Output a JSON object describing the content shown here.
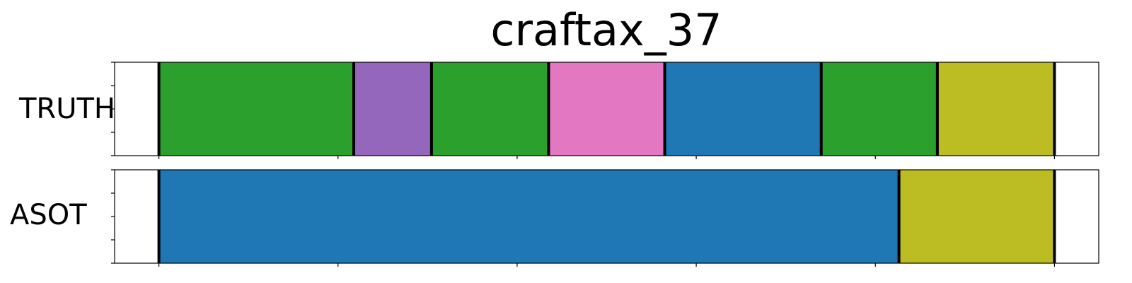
{
  "chart_data": {
    "type": "segmentation",
    "title": "craftax_37",
    "xlim": [
      0,
      1
    ],
    "grid": false,
    "rows": [
      {
        "label": "TRUTH",
        "segments": [
          {
            "start": 0.045,
            "end": 0.243,
            "color": "#2ca02c"
          },
          {
            "start": 0.243,
            "end": 0.322,
            "color": "#9467bd"
          },
          {
            "start": 0.322,
            "end": 0.441,
            "color": "#2ca02c"
          },
          {
            "start": 0.441,
            "end": 0.559,
            "color": "#e377c2"
          },
          {
            "start": 0.559,
            "end": 0.718,
            "color": "#1f77b4"
          },
          {
            "start": 0.718,
            "end": 0.836,
            "color": "#2ca02c"
          },
          {
            "start": 0.836,
            "end": 0.955,
            "color": "#bcbd22"
          }
        ]
      },
      {
        "label": "ASOT",
        "segments": [
          {
            "start": 0.045,
            "end": 0.797,
            "color": "#1f77b4"
          },
          {
            "start": 0.797,
            "end": 0.955,
            "color": "#bcbd22"
          }
        ]
      }
    ]
  }
}
